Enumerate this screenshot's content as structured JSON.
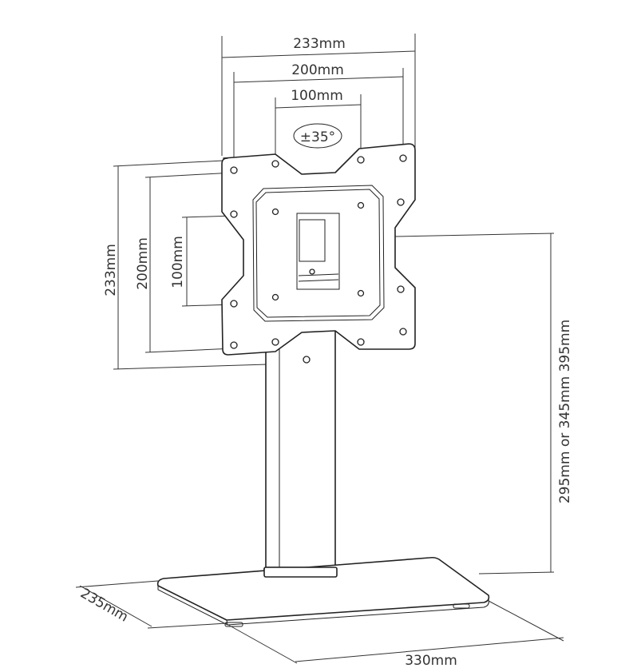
{
  "diagram": {
    "title": "TV stand dimensions",
    "labels": {
      "width_outer": "233mm",
      "width_mid": "200mm",
      "width_inner": "100mm",
      "tilt": "±35°",
      "height_outer": "233mm",
      "height_mid": "200mm",
      "height_inner": "100mm",
      "stand_height": "295mm or 345mm 395mm",
      "base_depth": "235mm",
      "base_width": "330mm"
    }
  }
}
